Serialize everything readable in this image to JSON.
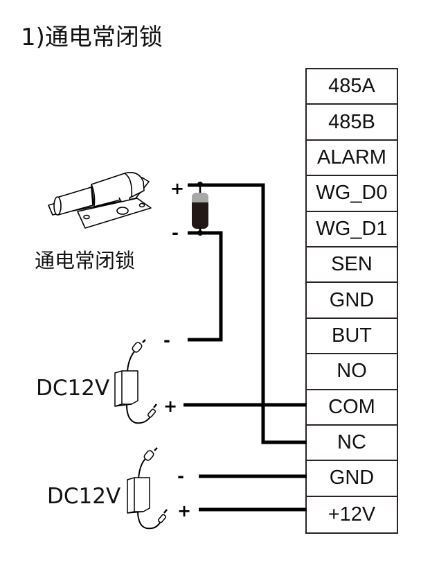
{
  "title": "1)通电常闭锁",
  "lock": {
    "label": "通电常闭锁",
    "plus_sign": "+",
    "minus_sign": "-"
  },
  "power_supplies": [
    {
      "label": "DC12V",
      "minus_sign": "-",
      "plus_sign": "+"
    },
    {
      "label": "DC12V",
      "minus_sign": "-",
      "plus_sign": "+"
    }
  ],
  "terminal_block": {
    "terminals": [
      "485A",
      "485B",
      "ALARM",
      "WG_D0",
      "WG_D1",
      "SEN",
      "GND",
      "BUT",
      "NO",
      "COM",
      "NC",
      "GND",
      "+12V"
    ]
  },
  "connections": [
    {
      "from": "lock +",
      "to": "NC"
    },
    {
      "from": "lock -",
      "to": "DC12V(1) -"
    },
    {
      "from": "DC12V(1) +",
      "to": "COM"
    },
    {
      "from": "DC12V(2) -",
      "to": "GND"
    },
    {
      "from": "DC12V(2) +",
      "to": "+12V"
    }
  ],
  "colors": {
    "wire": "#000000",
    "diode_body": "#231815",
    "diode_band": "#a8a8a8",
    "block_border": "#2a2322"
  }
}
